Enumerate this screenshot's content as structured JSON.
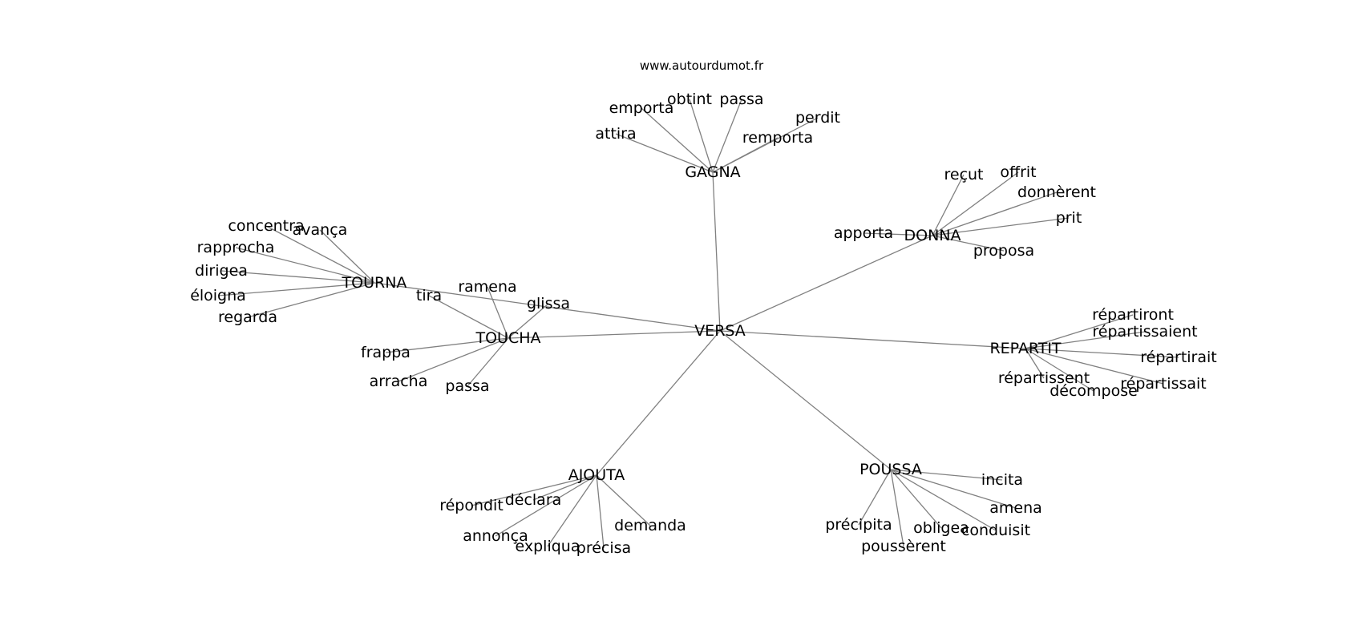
{
  "site_label": "www.autourdumot.fr",
  "center": "VERSA",
  "hubs": [
    {
      "word": "GAGNA",
      "neighbors": [
        "emporta",
        "obtint",
        "passa",
        "perdit",
        "attira",
        "remporta"
      ]
    },
    {
      "word": "DONNA",
      "neighbors": [
        "reçut",
        "offrit",
        "donnèrent",
        "prit",
        "apporta",
        "proposa"
      ]
    },
    {
      "word": "TOURNA",
      "neighbors": [
        "concentra",
        "avança",
        "rapprocha",
        "dirigea",
        "éloigna",
        "regarda"
      ]
    },
    {
      "word": "TOUCHA",
      "neighbors": [
        "ramena",
        "glissa",
        "tira",
        "frappa",
        "arracha",
        "passa"
      ]
    },
    {
      "word": "REPARTIT",
      "neighbors": [
        "répartiront",
        "répartissaient",
        "répartirait",
        "répartissent",
        "répartissait",
        "décompose"
      ]
    },
    {
      "word": "AJOUTA",
      "neighbors": [
        "déclara",
        "répondit",
        "demanda",
        "annonça",
        "expliqua",
        "précisa"
      ]
    },
    {
      "word": "POUSSA",
      "neighbors": [
        "incita",
        "amena",
        "précipita",
        "obligea",
        "conduisit",
        "poussèrent"
      ]
    }
  ],
  "colors": {
    "edge": "#808080",
    "text": "#000000",
    "background": "#ffffff"
  }
}
